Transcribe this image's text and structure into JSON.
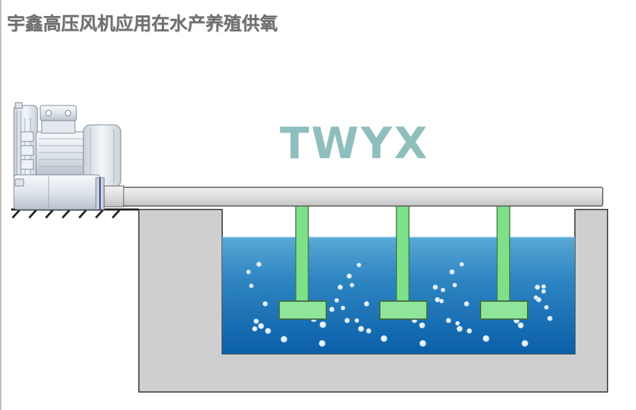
{
  "title": "宇鑫高压风机应用在水产养殖供氧",
  "brand_watermark": "TWYX",
  "icons": {
    "blower": "high-pressure-blower-icon",
    "ground": "ground-hatch-icon"
  },
  "colors": {
    "title": "#6e6e6e",
    "brand": "#8fbfbd",
    "pipe": "#e2e2e2",
    "tank_wall": "#cfcfcf",
    "water_top": "#5aa9d6",
    "water_bottom": "#0a5fa8",
    "riser": "#7fe08a",
    "diffuser": "#8fe69a",
    "bubble": "#e8f3ff"
  },
  "diagram": {
    "components": [
      "high-pressure blower",
      "air pipe",
      "tank",
      "water",
      "diffuser risers",
      "air bubbles"
    ],
    "diffuser_count": 3
  }
}
